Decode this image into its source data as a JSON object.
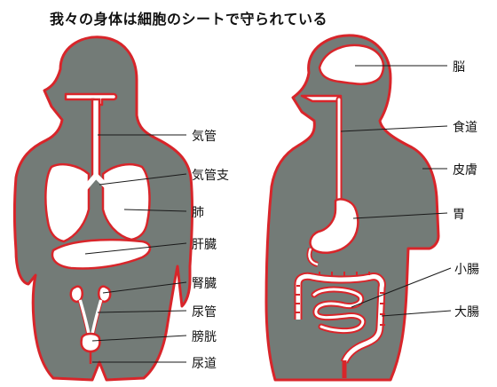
{
  "title": "我々の身体は細胞のシートで守られている",
  "figures": {
    "left": {
      "labels": {
        "trachea": "気管",
        "bronchi": "気管支",
        "lungs": "肺",
        "liver": "肝臓",
        "kidneys": "腎臓",
        "ureter": "尿管",
        "bladder": "膀胱",
        "urethra": "尿道"
      }
    },
    "right": {
      "labels": {
        "brain": "脳",
        "esophagus": "食道",
        "skin": "皮膚",
        "stomach": "胃",
        "small_intestine": "小腸",
        "large_intestine": "大腸"
      }
    }
  },
  "colors": {
    "body_fill": "#737b77",
    "lining": "#d8252a",
    "cavity": "#ffffff",
    "leader": "#1a1a1a"
  }
}
